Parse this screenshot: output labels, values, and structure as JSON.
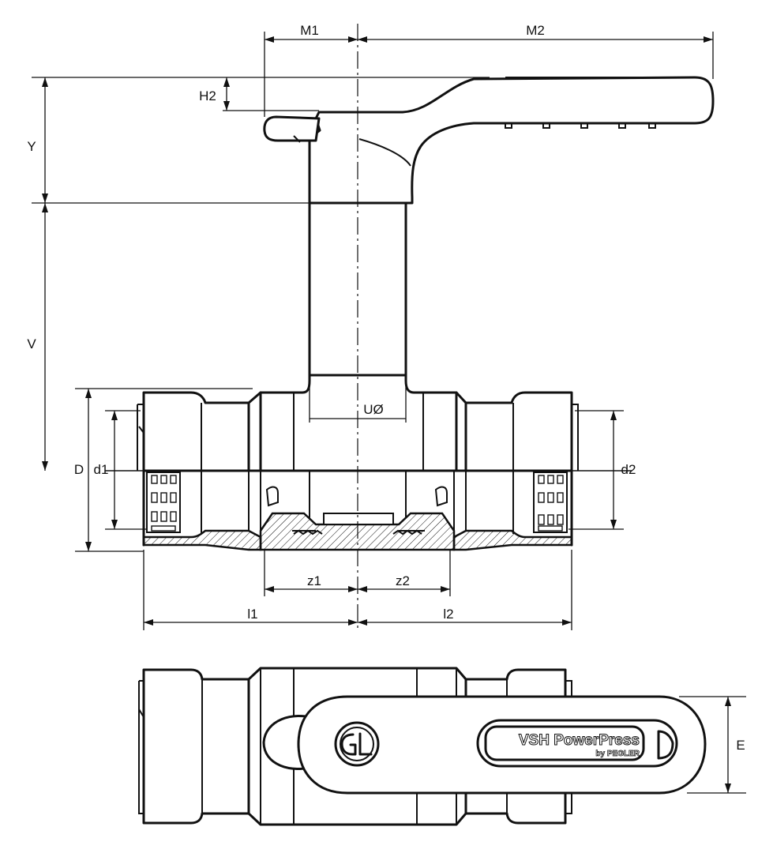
{
  "labels": {
    "m1": "M1",
    "m2": "M2",
    "h2": "H2",
    "y": "Y",
    "v": "V",
    "u": "UØ",
    "d": "D",
    "d1": "d1",
    "d2": "d2",
    "z1": "z1",
    "z2": "z2",
    "l1": "l1",
    "l2": "l2",
    "e": "E"
  },
  "handle_brand": {
    "line1": "VSH PowerPress",
    "line2": "by PEGLER"
  },
  "handle_icon": "gas-flame-logo"
}
